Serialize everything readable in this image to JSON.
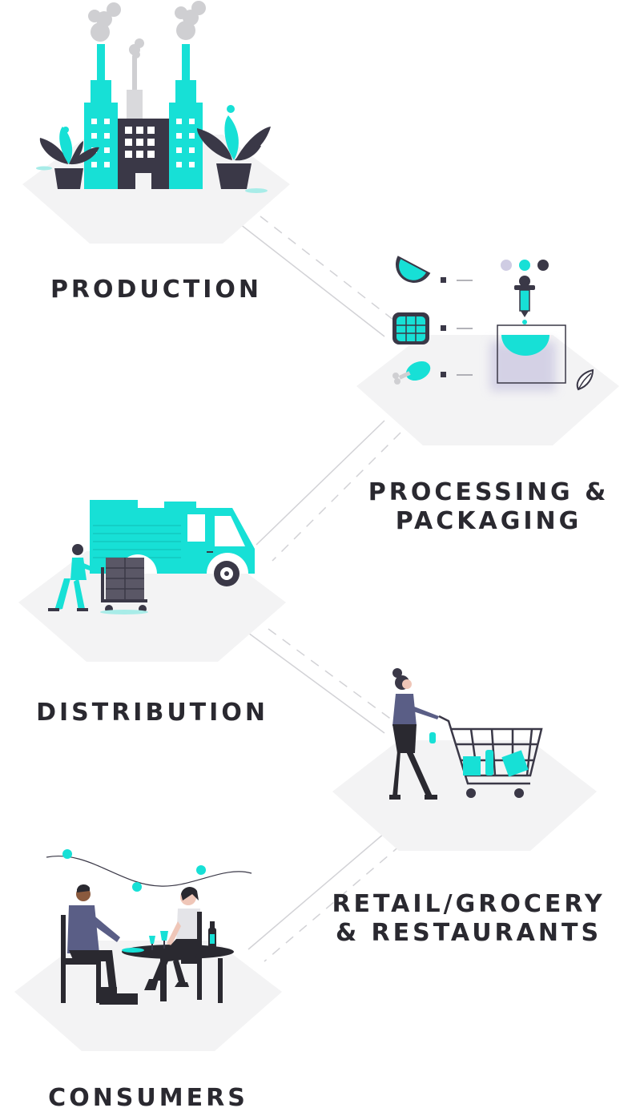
{
  "stages": [
    {
      "id": "production",
      "lines": [
        "PRODUCTION"
      ]
    },
    {
      "id": "processing",
      "lines": [
        "PROCESSING &",
        "PACKAGING"
      ]
    },
    {
      "id": "distribution",
      "lines": [
        "DISTRIBUTION"
      ]
    },
    {
      "id": "retail",
      "lines": [
        "RETAIL/GROCERY",
        "& RESTAURANTS"
      ]
    },
    {
      "id": "consumers",
      "lines": [
        "CONSUMERS"
      ]
    }
  ],
  "colors": {
    "accent": "#17e0d6",
    "dark": "#3a3847",
    "platform": "#f3f3f4",
    "label": "#2a2930",
    "connector": "#d2d2d6",
    "lavender": "#cfcce3"
  },
  "icons": [
    "factory-icon",
    "food-processing-icon",
    "delivery-truck-icon",
    "shopping-cart-icon",
    "dining-couple-icon"
  ]
}
